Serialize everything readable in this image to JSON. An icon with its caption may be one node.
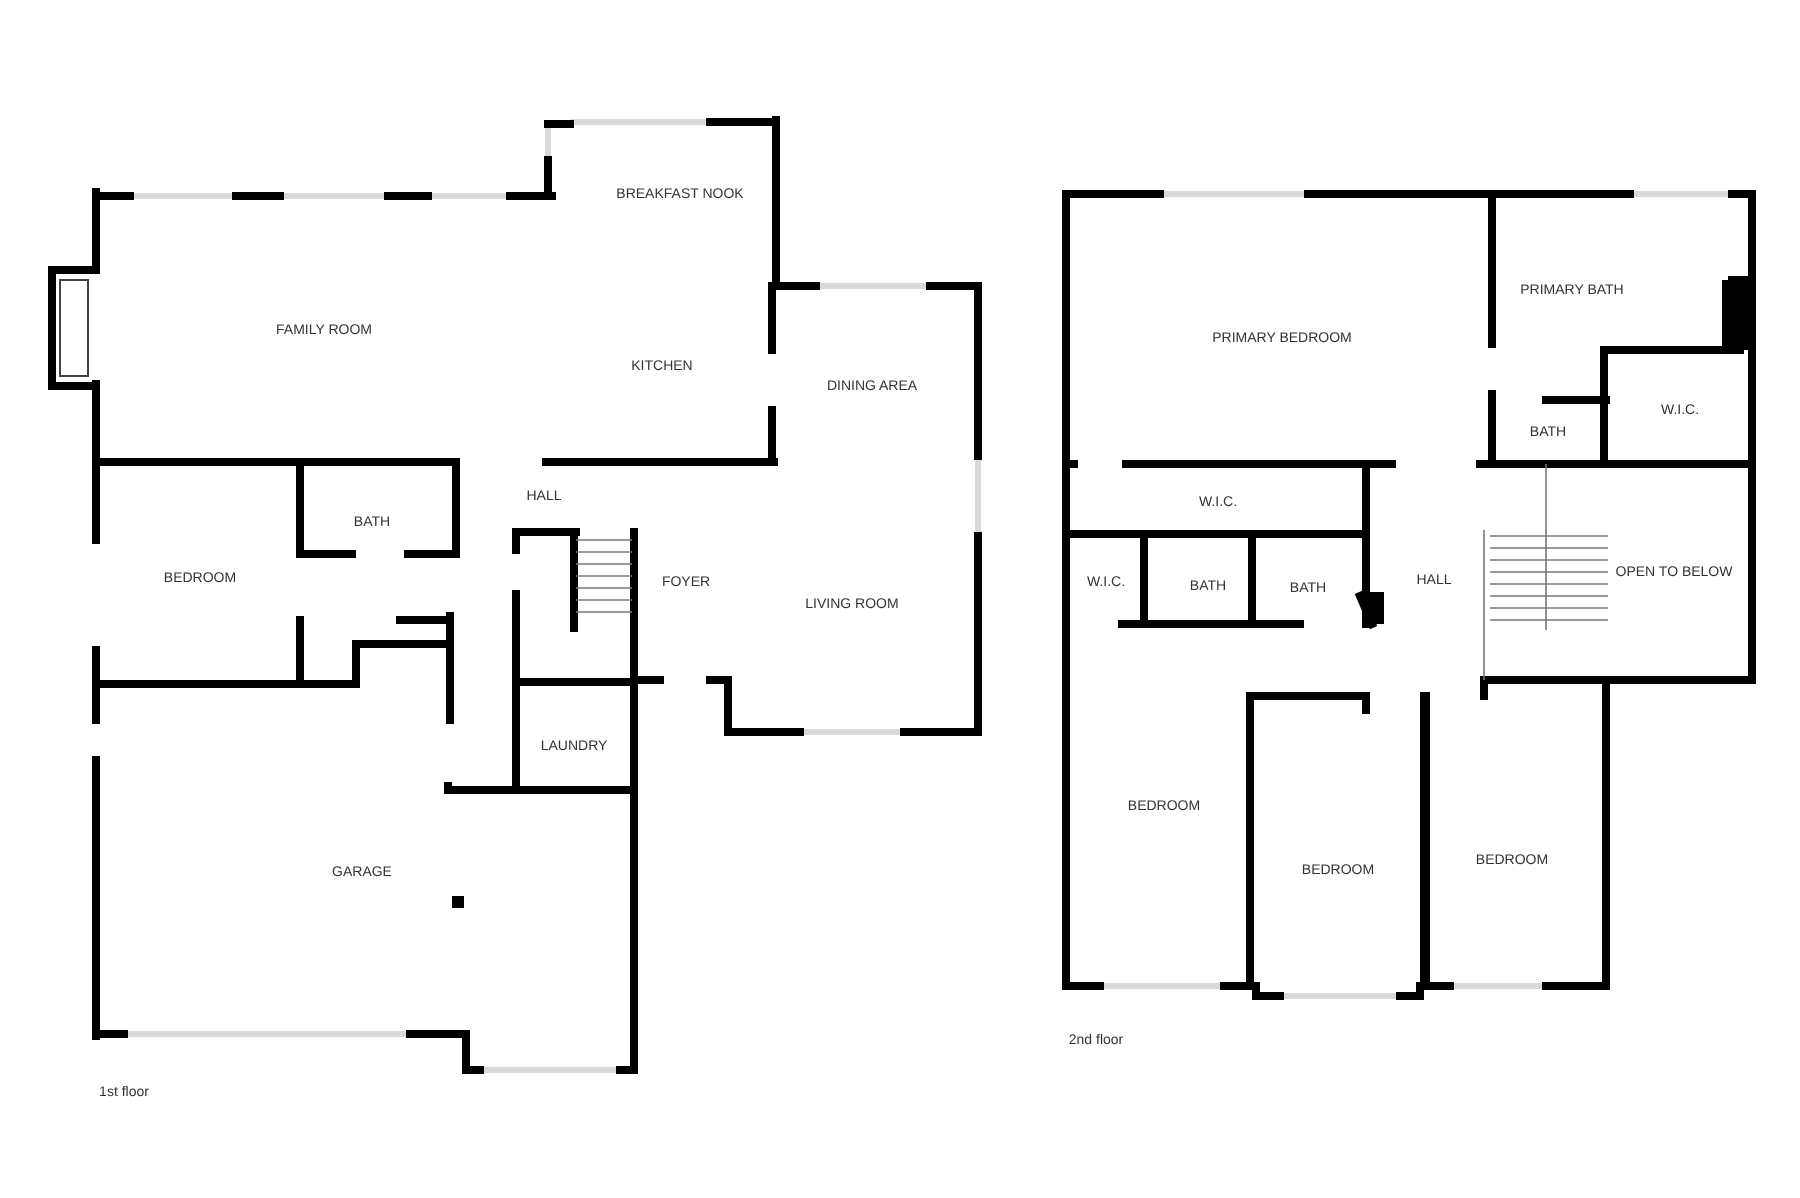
{
  "diagram": {
    "labels": [
      "BREAKFAST NOOK",
      "FAMILY ROOM",
      "KITCHEN",
      "DINING AREA",
      "HALL",
      "BATH",
      "BEDROOM",
      "FOYER",
      "LIVING ROOM",
      "LAUNDRY",
      "GARAGE",
      "1st floor",
      "PRIMARY BATH",
      "PRIMARY BEDROOM",
      "W.I.C.",
      "BATH",
      "W.I.C.",
      "OPEN TO BELOW",
      "W.I.C.",
      "BATH",
      "BATH",
      "HALL",
      "BEDROOM",
      "BEDROOM",
      "BEDROOM",
      "2nd floor"
    ]
  }
}
